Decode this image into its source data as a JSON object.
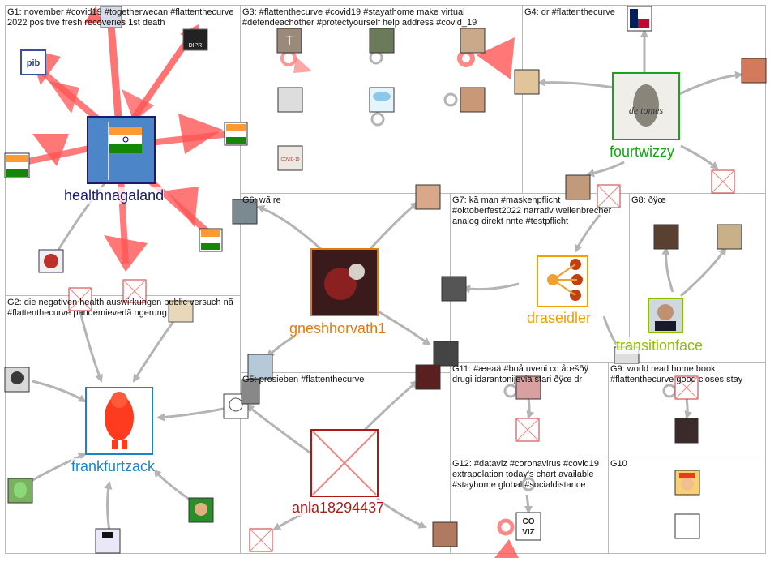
{
  "groups": [
    {
      "id": "G1",
      "label": "G1: november #covid19 #togetherwecan #flattenthecurve 2022 positive fresh recoveries 1st death"
    },
    {
      "id": "G2",
      "label": "G2: die negativen health auswirkungen public versuch nã #flattenthecurve pandemieverlã ngerung"
    },
    {
      "id": "G3",
      "label": "G3: #flattenthecurve #covid19 #stayathome make virtual #defendeachother #protectyourself help address #covid_19"
    },
    {
      "id": "G4",
      "label": "G4: dr #flattenthecurve"
    },
    {
      "id": "G5",
      "label": "G5: prosieben #flattenthecurve"
    },
    {
      "id": "G6",
      "label": "G6: wã re"
    },
    {
      "id": "G7",
      "label": "G7: kã man #maskenpflicht #oktoberfest2022 narrativ wellenbrecher analog direkt nnte #testpflicht"
    },
    {
      "id": "G8",
      "label": "G8: ðÿœ"
    },
    {
      "id": "G9",
      "label": "G9: world read home book #flattenthecurve good closes stay"
    },
    {
      "id": "G10",
      "label": "G10"
    },
    {
      "id": "G11",
      "label": "G11: #æeaä #boå uveni cc åœšðÿ drugi idarantonijeviä stari ðÿœ dr"
    },
    {
      "id": "G12",
      "label": "G12: #dataviz #coronavirus #covid19 extrapolation today's chart available #stayhome global #socialdistance"
    }
  ],
  "hubs": [
    {
      "name": "healthnagaland",
      "color": "#1a1a6e"
    },
    {
      "name": "fourtwizzy",
      "color": "#19a319"
    },
    {
      "name": "gneshhorvath1",
      "color": "#e07b10"
    },
    {
      "name": "draseidler",
      "color": "#f0a000"
    },
    {
      "name": "transitionface",
      "color": "#8cbf00"
    },
    {
      "name": "frankfurtzack",
      "color": "#1e82c8"
    },
    {
      "name": "anla18294437",
      "color": "#b01818"
    }
  ],
  "icon_texts": {
    "dipr": "DIPR",
    "covid19": "COVID-19",
    "coviz_a": "CO",
    "coviz_b": "VIZ",
    "sketch": "de tomes"
  },
  "colors": {
    "grid": "#b9b9b9",
    "edge_red": "#ff5555",
    "edge_gray": "#b4b4b4"
  }
}
